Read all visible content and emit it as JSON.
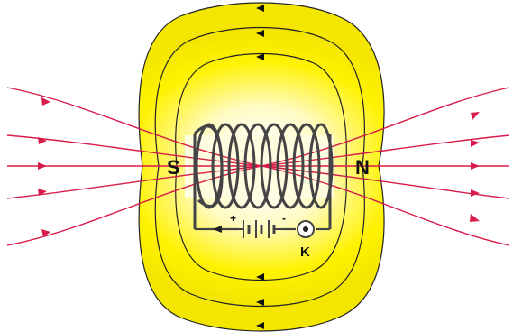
{
  "labels": {
    "south_pole": "S",
    "north_pole": "N",
    "plus_sign": "+",
    "minus_sign": "-",
    "switch_label": "K"
  },
  "colors": {
    "field_glow": "#fff500",
    "external_field_lines": "#d81b4a",
    "internal_field_lines": "#222222",
    "coil": "#444444"
  },
  "icons": {
    "battery": "battery-icon",
    "switch": "switch-icon",
    "arrow": "arrow-icon"
  }
}
